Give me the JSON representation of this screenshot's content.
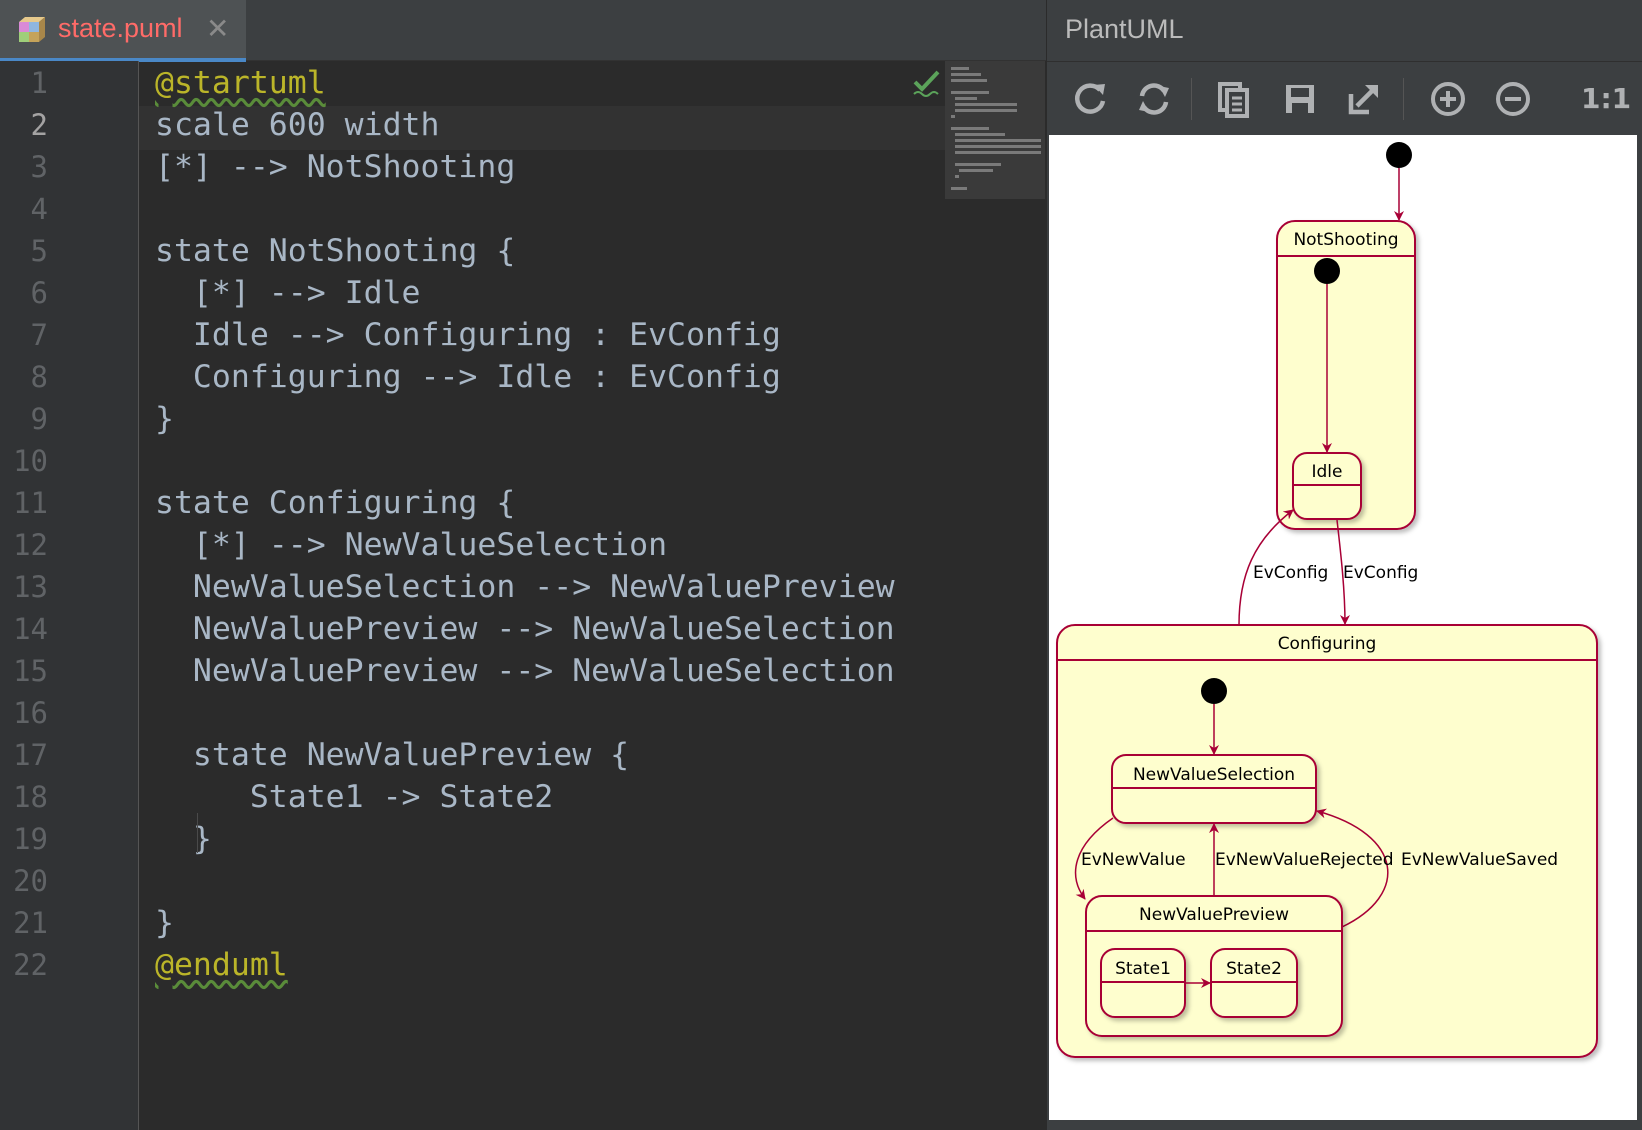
{
  "editor": {
    "tab": {
      "label": "state.puml",
      "close": "✕"
    },
    "current_line": 2,
    "lines": [
      {
        "n": "1",
        "text": "@startuml"
      },
      {
        "n": "2",
        "text": "scale 600 width"
      },
      {
        "n": "3",
        "text": "[*] --> NotShooting"
      },
      {
        "n": "4",
        "text": ""
      },
      {
        "n": "5",
        "text": "state NotShooting {"
      },
      {
        "n": "6",
        "text": "  [*] --> Idle"
      },
      {
        "n": "7",
        "text": "  Idle --> Configuring : EvConfig"
      },
      {
        "n": "8",
        "text": "  Configuring --> Idle : EvConfig"
      },
      {
        "n": "9",
        "text": "}"
      },
      {
        "n": "10",
        "text": ""
      },
      {
        "n": "11",
        "text": "state Configuring {"
      },
      {
        "n": "12",
        "text": "  [*] --> NewValueSelection"
      },
      {
        "n": "13",
        "text": "  NewValueSelection --> NewValuePreview"
      },
      {
        "n": "14",
        "text": "  NewValuePreview --> NewValueSelection"
      },
      {
        "n": "15",
        "text": "  NewValuePreview --> NewValueSelection"
      },
      {
        "n": "16",
        "text": ""
      },
      {
        "n": "17",
        "text": "  state NewValuePreview {"
      },
      {
        "n": "18",
        "text": "     State1 -> State2"
      },
      {
        "n": "19",
        "text": "  }"
      },
      {
        "n": "20",
        "text": ""
      },
      {
        "n": "21",
        "text": "}"
      },
      {
        "n": "22",
        "text": "@enduml"
      }
    ]
  },
  "plantuml": {
    "title": "PlantUML",
    "toolbar": {
      "refresh": "refresh-icon",
      "sync": "sync-icon",
      "copy": "copy-icon",
      "save": "save-icon",
      "external": "open-external-icon",
      "zoom_in": "zoom-in-icon",
      "zoom_out": "zoom-out-icon",
      "actual_size": "1:1"
    },
    "diagram": {
      "not_shooting": "NotShooting",
      "idle": "Idle",
      "evconfig_up": "EvConfig",
      "evconfig_down": "EvConfig",
      "configuring": "Configuring",
      "new_value_selection": "NewValueSelection",
      "new_value_preview": "NewValuePreview",
      "state1": "State1",
      "state2": "State2",
      "ev_new_value": "EvNewValue",
      "ev_new_value_rejected": "EvNewValueRejected",
      "ev_new_value_saved": "EvNewValueSaved"
    },
    "colors": {
      "state_fill": "#fefece",
      "state_border": "#a80036",
      "arrow": "#a80036"
    }
  }
}
